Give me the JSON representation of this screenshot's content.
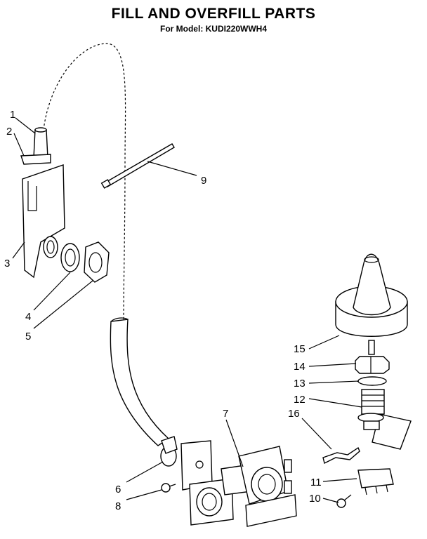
{
  "header": {
    "title": "FILL AND OVERFILL PARTS",
    "subtitle": "For Model: KUDI220WWH4"
  },
  "callouts": [
    "1",
    "2",
    "3",
    "4",
    "5",
    "6",
    "7",
    "8",
    "9",
    "10",
    "11",
    "12",
    "13",
    "14",
    "15",
    "16"
  ]
}
